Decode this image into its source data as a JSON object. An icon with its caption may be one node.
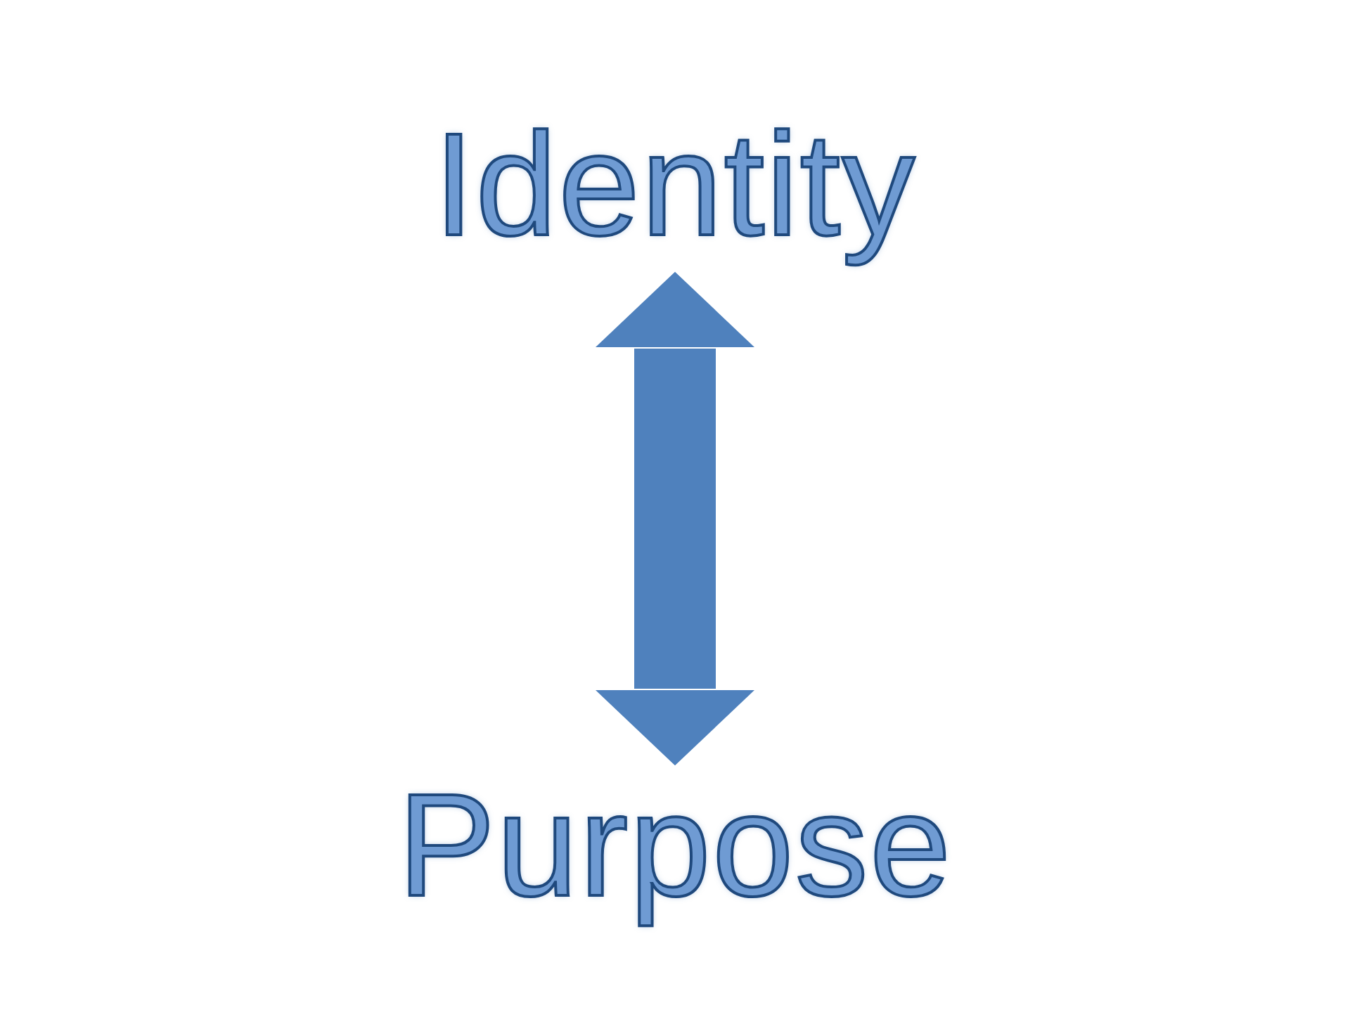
{
  "diagram": {
    "nodes": [
      {
        "text": [
          "Identity"
        ]
      },
      {
        "text": [
          "Purpose"
        ]
      }
    ],
    "edges": [
      {
        "from": 0,
        "to": 1,
        "arrow": "both"
      }
    ]
  }
}
